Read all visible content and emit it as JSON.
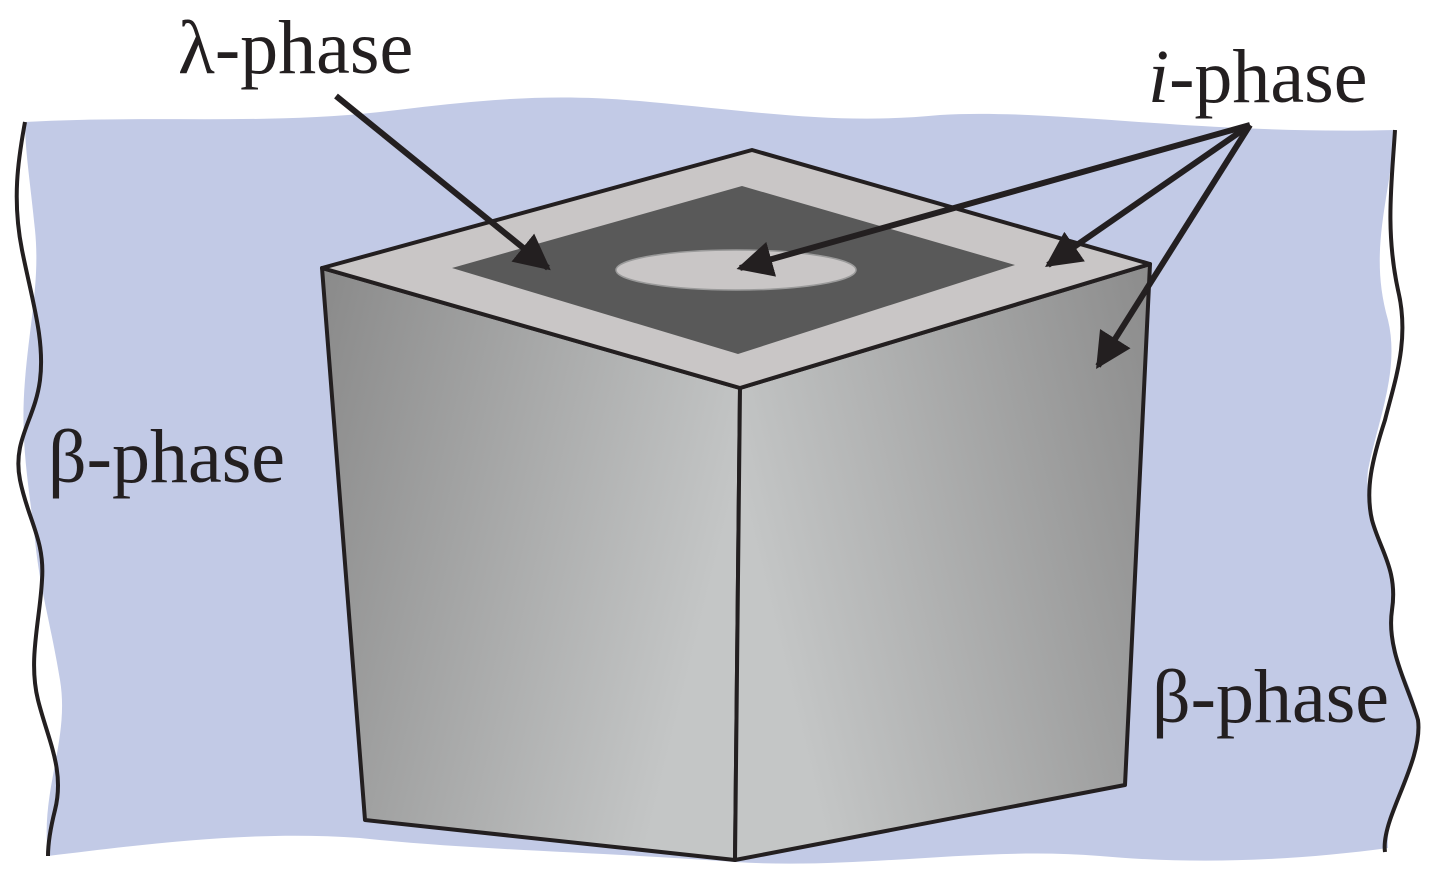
{
  "labels": {
    "lambda_phase": "λ-phase",
    "i_phase_prefix": "i",
    "i_phase_suffix": "-phase",
    "beta_phase_left": "β-phase",
    "beta_phase_right": "β-phase"
  },
  "colors": {
    "matrix_fill": "#c2cae6",
    "outline": "#231f20",
    "rim_fill": "#c9c6c6",
    "core_fill": "#595959",
    "spot_fill": "#c9c6c6",
    "side_dark": "#8a8a8a",
    "side_light": "#c4c6c6"
  }
}
